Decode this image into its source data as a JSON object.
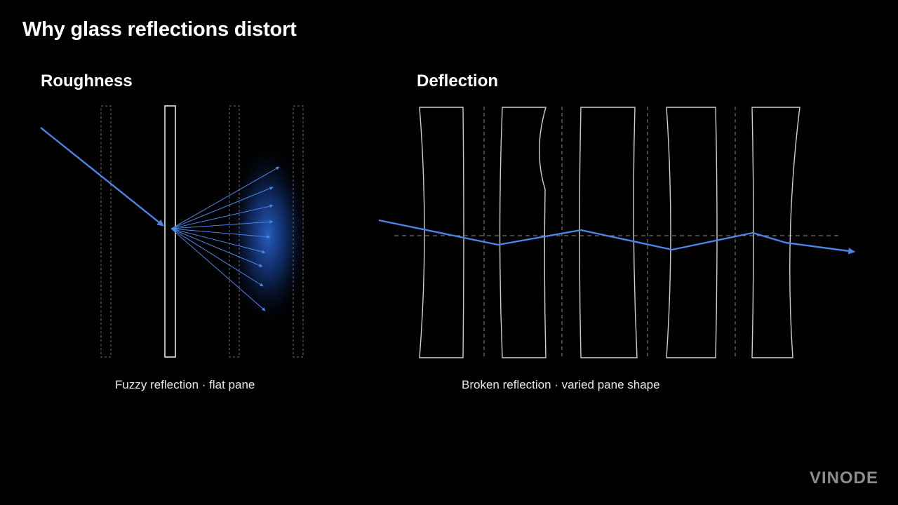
{
  "title": "Why glass reflections distort",
  "left_panel": {
    "heading": "Roughness",
    "caption": "Fuzzy reflection · flat pane"
  },
  "right_panel": {
    "heading": "Deflection",
    "caption": "Broken reflection · varied pane shape"
  },
  "logo": "VINODE",
  "colors": {
    "background": "#000000",
    "ray": "#4a86e8",
    "pane_outline": "#cfcfcf",
    "guide_dashed": "#8a8a8a",
    "glow": "#2f6fe0"
  }
}
